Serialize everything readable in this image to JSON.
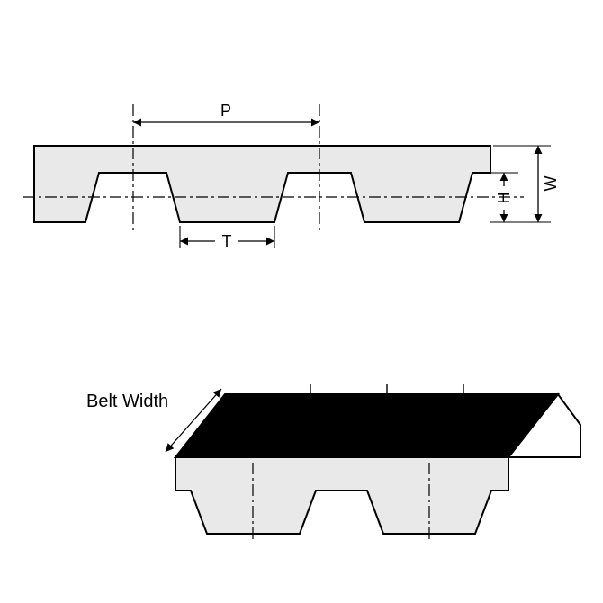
{
  "diagram": {
    "background_color": "#ffffff",
    "line_color": "#000000",
    "belt_fill_color": "#e9e9e9",
    "top_face_color": "#000000",
    "end_face_color": "#ffffff",
    "cross_section": {
      "pitch_label": "P",
      "tooth_width_label": "T",
      "tooth_height_label": "H",
      "belt_thickness_label": "W"
    },
    "perspective_view": {
      "belt_width_label": "Belt Width"
    }
  }
}
